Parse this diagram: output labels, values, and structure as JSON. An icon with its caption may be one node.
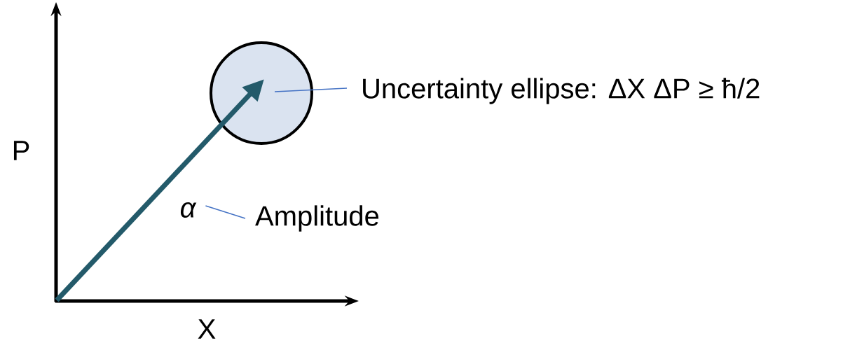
{
  "diagram": {
    "nodes": [
      {
        "text": [],
        "shape": "circle"
      },
      {
        "text": [
          "Uncertainty ellipse: ΔX ΔP ≥ ħ/2"
        ]
      },
      {
        "text": [
          "α"
        ]
      },
      {
        "text": [
          "Amplitude"
        ]
      }
    ],
    "edges": [
      {
        "from": 1,
        "to": 0,
        "arrow": "none"
      },
      {
        "from": 3,
        "to": 2,
        "arrow": "none"
      }
    ],
    "labels": [
      "P",
      "X"
    ]
  }
}
